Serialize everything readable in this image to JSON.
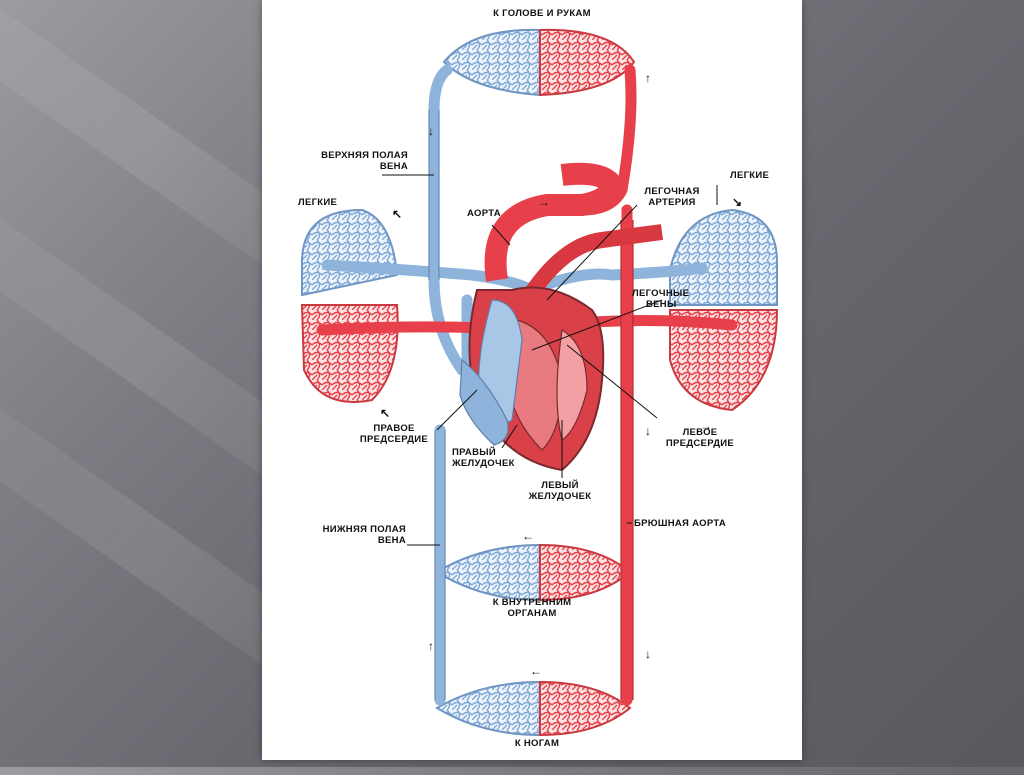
{
  "diagram": {
    "labels": {
      "head_arms": "К ГОЛОВЕ И РУКАМ",
      "superior_vena_cava_1": "ВЕРХНЯЯ ПОЛАЯ",
      "superior_vena_cava_2": "ВЕНА",
      "lungs_left": "ЛЕГКИЕ",
      "lungs_right": "ЛЕГКИЕ",
      "aorta": "АОРТА",
      "pulmonary_artery_1": "ЛЕГОЧНАЯ",
      "pulmonary_artery_2": "АРТЕРИЯ",
      "pulmonary_veins_1": "ЛЕГОЧНЫЕ",
      "pulmonary_veins_2": "ВЕНЫ",
      "right_atrium_1": "ПРАВОЕ",
      "right_atrium_2": "ПРЕДСЕРДИЕ",
      "right_ventricle_1": "ПРАВЫЙ",
      "right_ventricle_2": "ЖЕЛУДОЧЕК",
      "left_atrium_1": "ЛЕВОЕ",
      "left_atrium_2": "ПРЕДСЕРДИЕ",
      "left_ventricle_1": "ЛЕВЫЙ",
      "left_ventricle_2": "ЖЕЛУДОЧЕК",
      "inferior_vena_cava_1": "НИЖНЯЯ ПОЛАЯ",
      "inferior_vena_cava_2": "ВЕНА",
      "abdominal_aorta": "БРЮШНАЯ АОРТА",
      "internal_organs_1": "К ВНУТРЕННИМ",
      "internal_organs_2": "ОРГАНАМ",
      "legs": "К НОГАМ"
    },
    "colors": {
      "arterial": "#e8404a",
      "venous": "#8fb4dc",
      "outline": "#6a2a2a"
    },
    "arrows": {
      "up": "↑",
      "down": "↓",
      "right": "→",
      "left": "←",
      "up_left": "↖",
      "down_right": "↘"
    }
  }
}
